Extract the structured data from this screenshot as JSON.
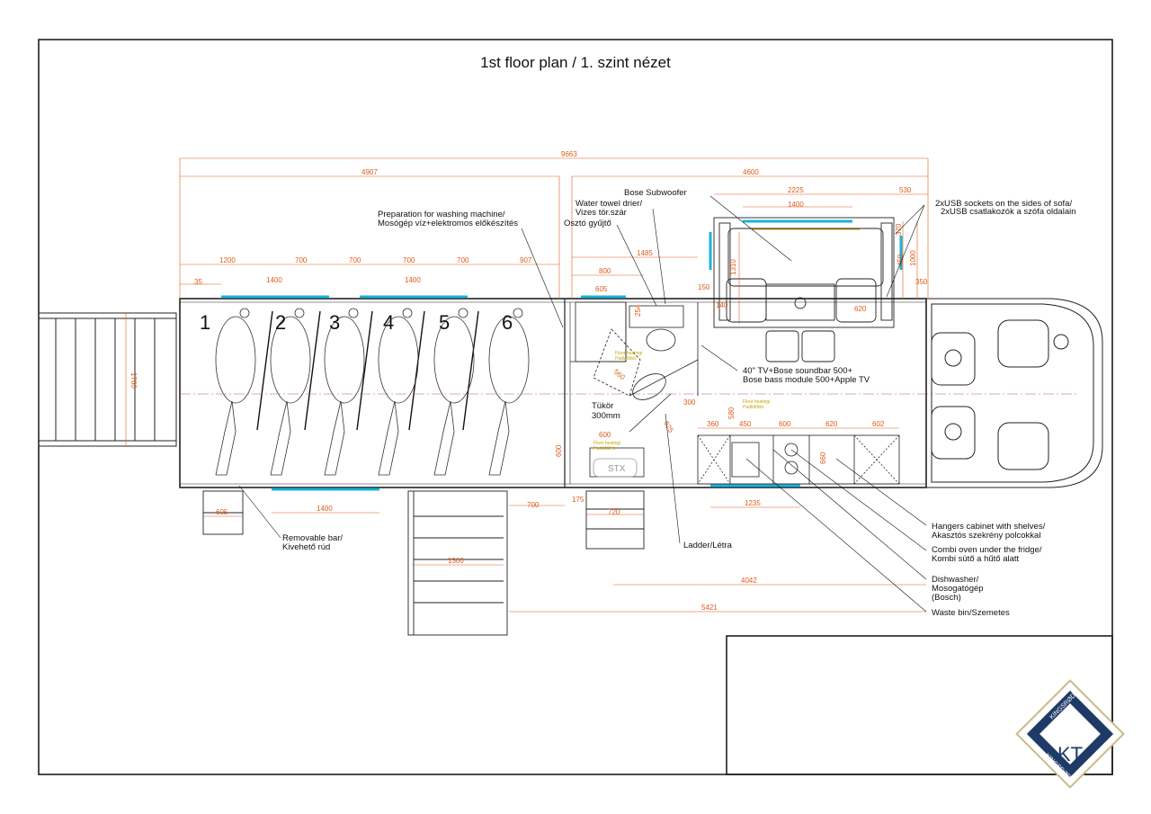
{
  "title": "1st floor plan / 1. szint nézet",
  "stalls": [
    "1",
    "2",
    "3",
    "4",
    "5",
    "6"
  ],
  "dimensions": {
    "total": "9663",
    "rear": "4907",
    "front": "4600",
    "sofa_width": "2225",
    "sofa_side": "530",
    "sofa_window": "1400",
    "stall_gap": "35",
    "stall_1": "1200",
    "stall_2": "700",
    "stall_3": "700",
    "stall_4": "700",
    "stall_5": "700",
    "stall_6": "907",
    "window_1": "1400",
    "window_2": "1400",
    "bath_len": "1485",
    "bath_depth": "800",
    "bath_window": "605",
    "height_1310": "1310",
    "height_1000": "1000",
    "h_450": "450",
    "h_370": "370",
    "h_350": "350",
    "w_150": "150",
    "w_140": "140",
    "w_620_top": "620",
    "w_254": "254",
    "w_560": "560",
    "w_300": "300",
    "w_580": "580",
    "w_360": "360",
    "w_450": "450",
    "w_600": "600",
    "w_620": "620",
    "w_602": "602",
    "w_660": "660",
    "w_625": "625",
    "w_600_bath": "600",
    "w_600_side": "600",
    "ramp_width": "1760",
    "step_605": "605",
    "bottom_window": "1400",
    "ramp_1300": "1300",
    "w_700": "700",
    "w_175": "175",
    "w_720": "720",
    "kitchen_window": "1235",
    "w_4042": "4042",
    "w_5421": "5421"
  },
  "labels": {
    "washing_machine": [
      "Preparation for washing machine/",
      "Mosógép víz+elektromos előkészítés"
    ],
    "towel_drier": [
      "Water towel drier/",
      "Vizes tör.szár"
    ],
    "oszto": "Osztó gyűjtő",
    "subwoofer": "Bose Subwoofer",
    "usb": [
      "2xUSB sockets on the sides of sofa/",
      "2xUSB csatlakozók a szófa oldalain"
    ],
    "tv": [
      "40\" TV+Bose soundbar 500+",
      "Bose bass module 500+Apple TV"
    ],
    "tukor": [
      "Tükör",
      "300mm"
    ],
    "hangers": [
      "Hangers cabinet with shelves/",
      "Akasztós szekrény polcokkal"
    ],
    "combi": [
      "Combi oven under the fridge/",
      "Kombi sütő a hűtő alatt"
    ],
    "dishwasher": [
      "Dishwasher/",
      "Mosogatógép",
      "(Bosch)"
    ],
    "waste": "Waste bin/Szemetes",
    "ladder": "Ladder/Létra",
    "removable_bar": [
      "Removable bar/",
      "Kivehető rúd"
    ],
    "floor_heating": [
      "Floor heating/",
      "Padlófűtés"
    ],
    "stx": "STX"
  },
  "logo": {
    "monogram": "KT",
    "brand": "KINGSRØD"
  },
  "colors": {
    "dimension": "#e05a1c",
    "window": "#19b3d6",
    "centerline": "#b04ab0",
    "drawing": "#222222"
  }
}
